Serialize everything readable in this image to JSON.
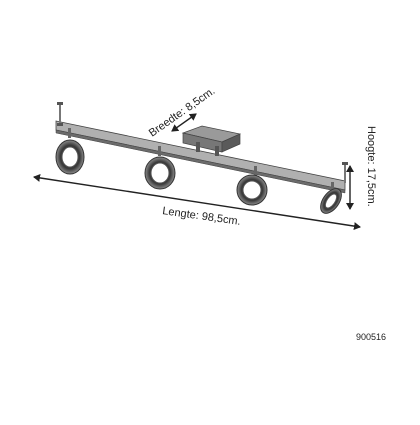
{
  "dimensions": {
    "width_label": "Breedte: 8,5cm.",
    "height_label": "Hoogte: 17,5cm.",
    "length_label": "Lengte: 98,5cm."
  },
  "product_code": "900516",
  "colors": {
    "metal": "#a7a7a7",
    "metal_dark": "#5e5e5e",
    "ring_inner": "#ffffff",
    "line": "#333333"
  }
}
